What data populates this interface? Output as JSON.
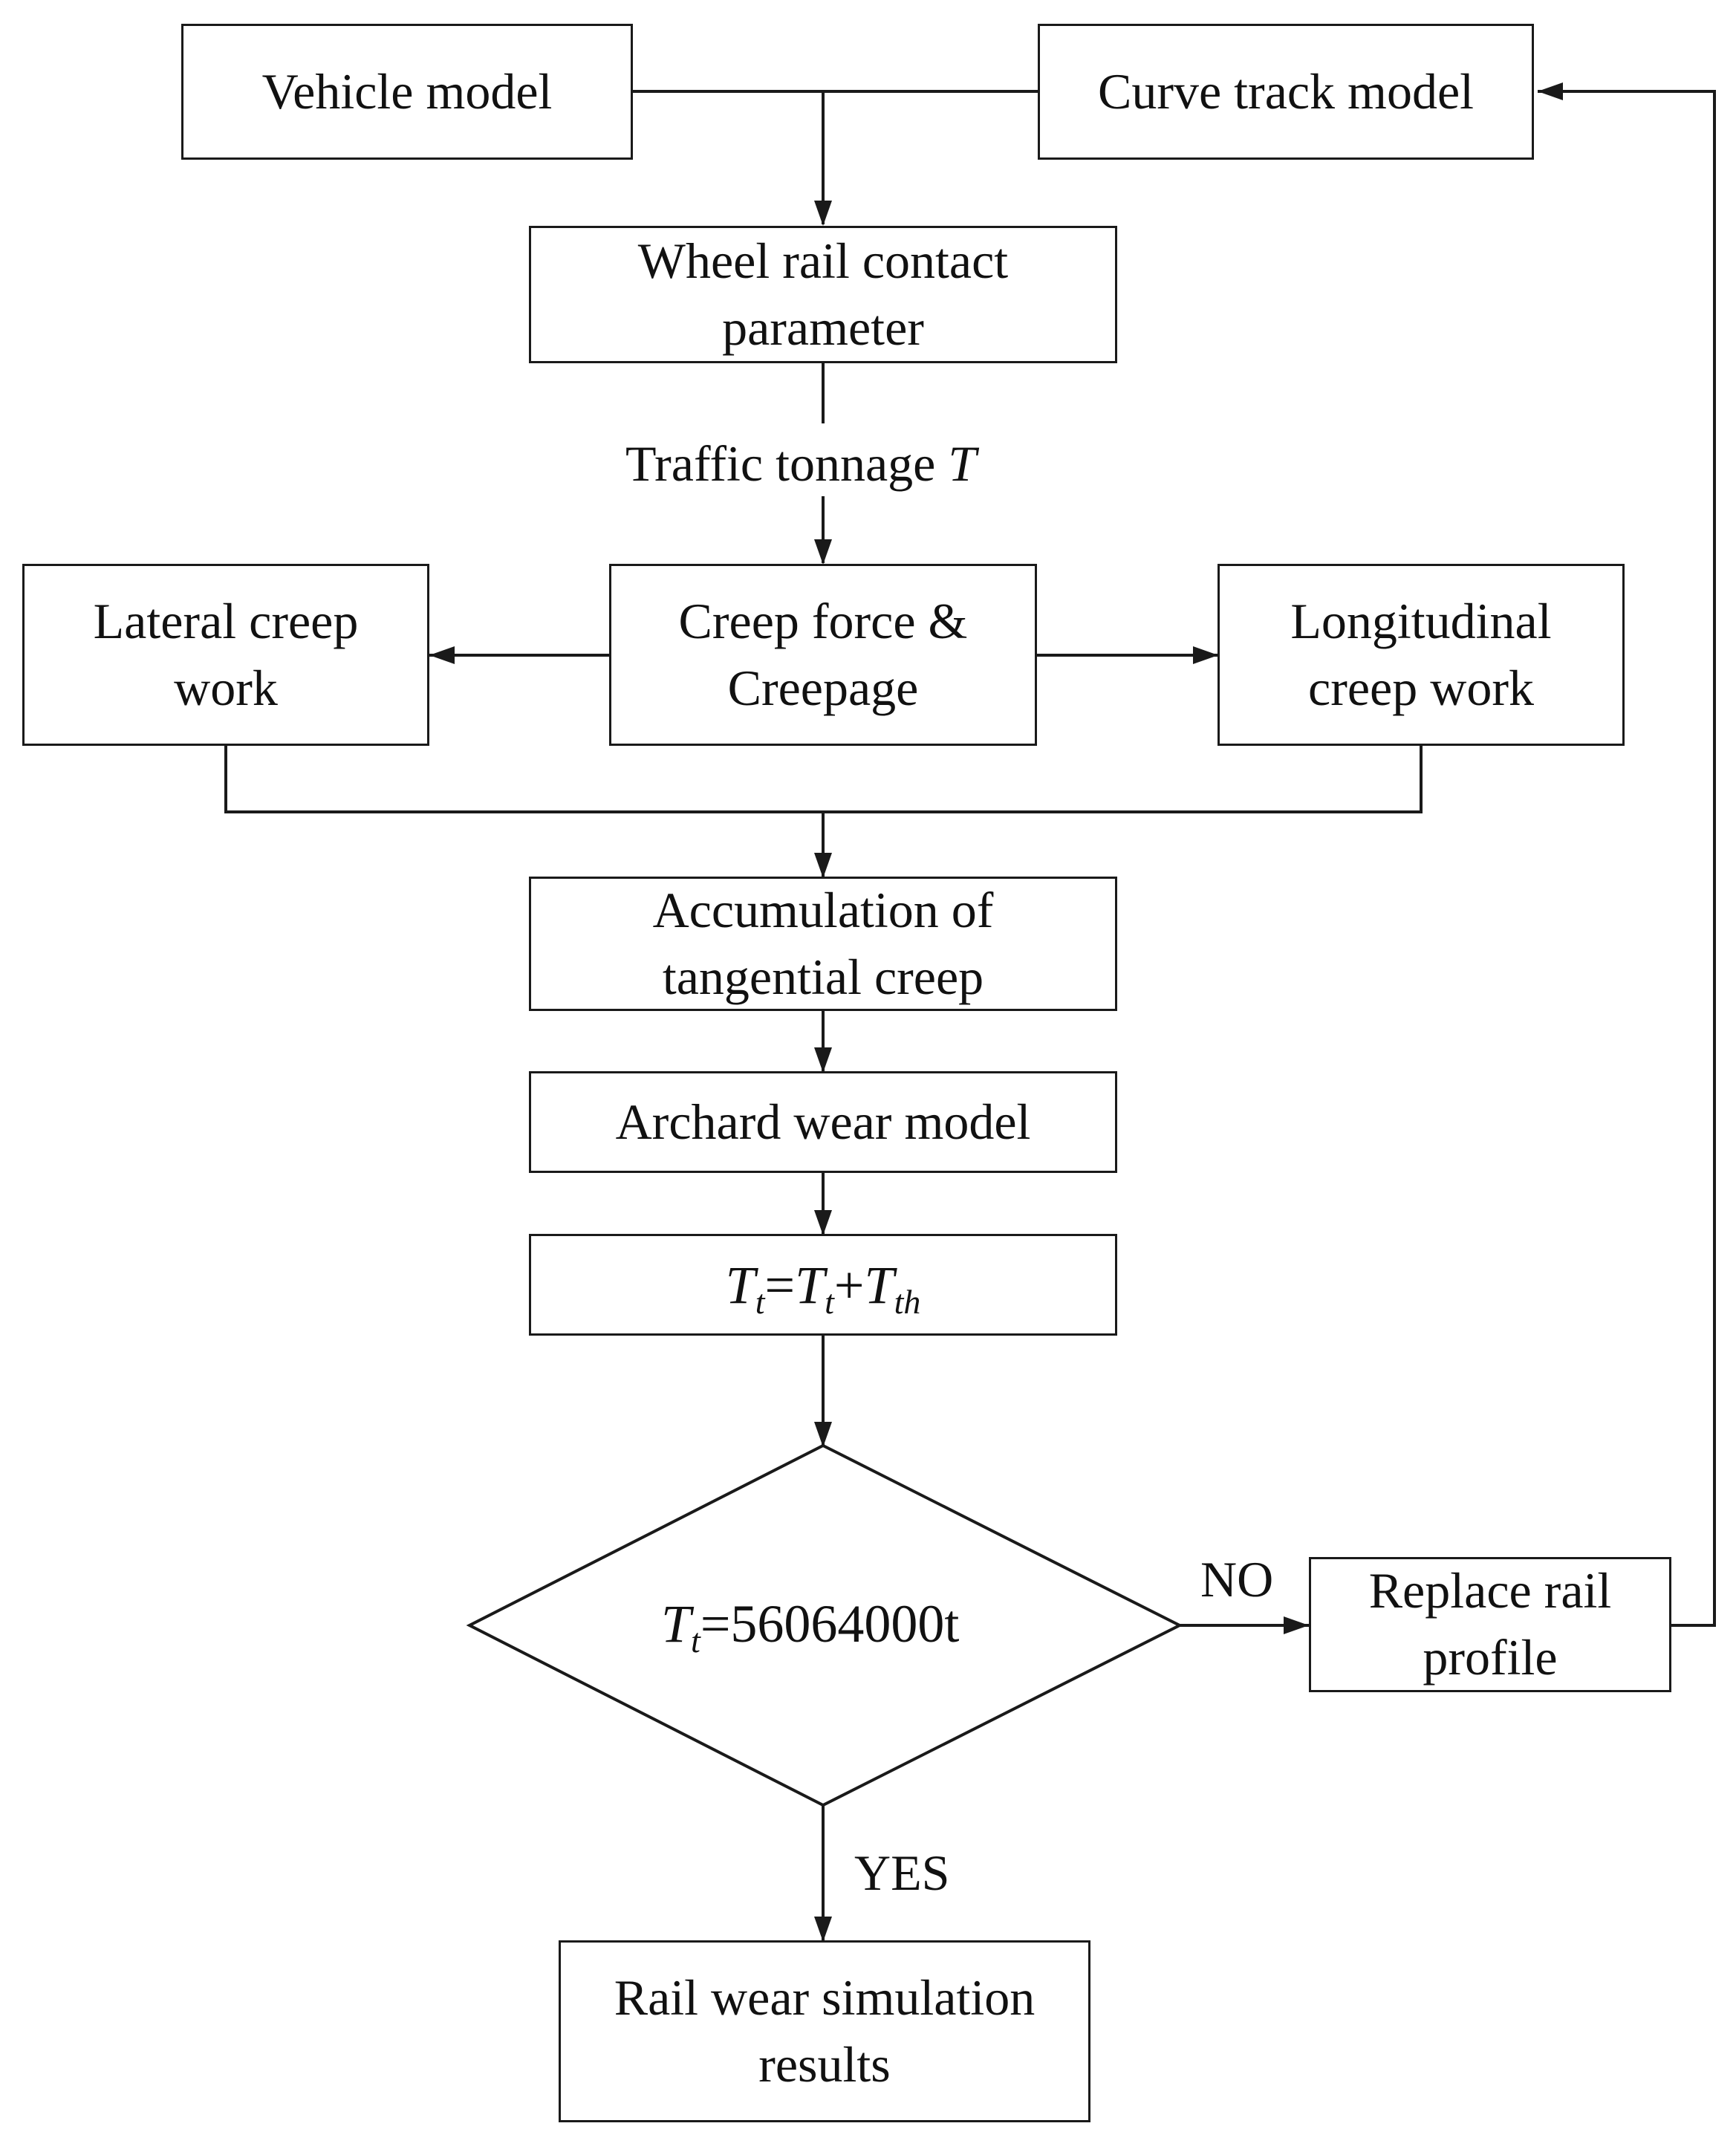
{
  "nodes": {
    "vehicle_model": {
      "line1": "Vehicle model"
    },
    "curve_track_model": {
      "line1": "Curve track model"
    },
    "wheel_rail_contact": {
      "line1": "Wheel rail contact",
      "line2": "parameter"
    },
    "lateral_creep_work": {
      "line1": "Lateral creep",
      "line2": "work"
    },
    "creep_force": {
      "line1": "Creep force &",
      "line2": "Creepage"
    },
    "longitudinal_creep_work": {
      "line1": "Longitudinal",
      "line2": "creep work"
    },
    "accumulation": {
      "line1": "Accumulation of",
      "line2": "tangential creep"
    },
    "archard": {
      "line1": "Archard wear model"
    },
    "update": {
      "T": "T",
      "t": "t",
      "eq": "=",
      "plus": "+",
      "th": "th"
    },
    "decision": {
      "T": "T",
      "t": "t",
      "value": "=56064000t"
    },
    "replace": {
      "line1": "Replace rail",
      "line2": "profile"
    },
    "results": {
      "line1": "Rail wear simulation",
      "line2": "results"
    }
  },
  "labels": {
    "traffic_text": "Traffic tonnage ",
    "traffic_symbol": "T",
    "no": "NO",
    "yes": "YES"
  }
}
